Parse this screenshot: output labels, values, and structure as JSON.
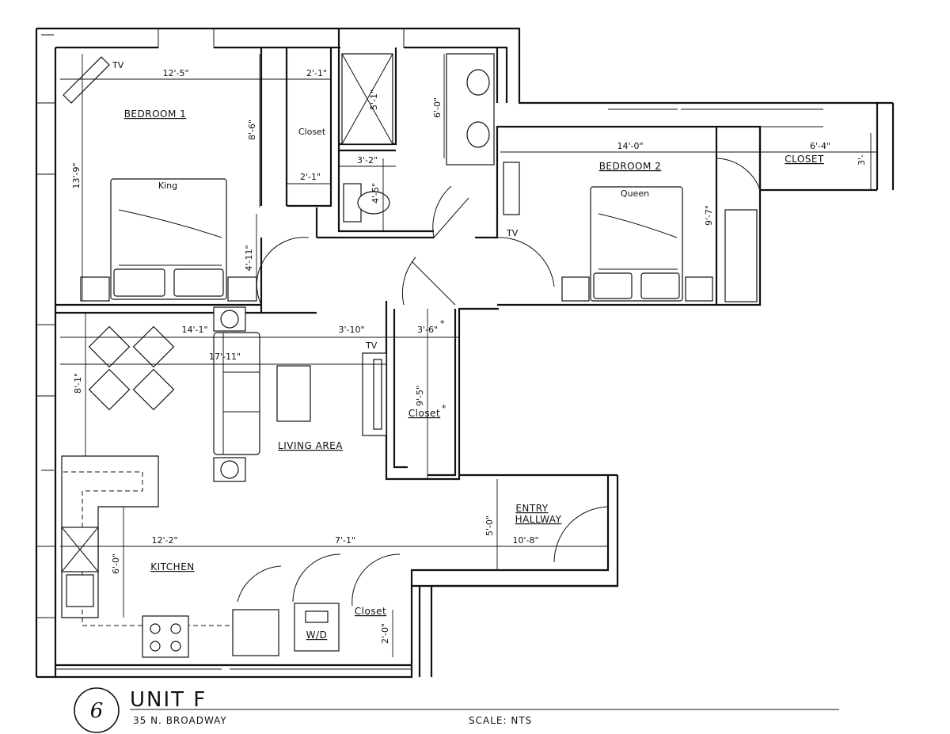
{
  "plan": {
    "number": "6",
    "unit": "UNIT F",
    "address": "35 N. BROADWAY",
    "scale": "SCALE: NTS"
  },
  "rooms": {
    "bedroom1": "BEDROOM 1",
    "bedroom2": "BEDROOM 2",
    "living": "LIVING AREA",
    "kitchen": "KITCHEN",
    "entry_line1": "ENTRY",
    "entry_line2": "HALLWAY"
  },
  "labels": {
    "tv1": "TV",
    "tv2": "TV",
    "tv3": "TV",
    "king": "King",
    "queen": "Queen",
    "closet_b1": "Closet",
    "closet_b2": "CLOSET",
    "closet_living": "Closet",
    "closet_living_star": "*",
    "closet_kitchen": "Closet",
    "wd": "W/D"
  },
  "dims": {
    "d1": "12'-5\"",
    "d2": "2'-1\"",
    "d3": "5'-1\"",
    "d4": "6'-0\"",
    "d5": "8'-6\"",
    "d6": "13'-9\"",
    "d7": "3'-2\"",
    "d8": "2'-1\"",
    "d9": "4'-5\"",
    "d10": "14'-0\"",
    "d11": "6'-4\"",
    "d12": "3'-",
    "d13": "9'-7\"",
    "d14": "4'-11\"",
    "d15": "14'-1\"",
    "d16": "3'-10\"",
    "d17": "3'-6\"",
    "d17_star": "*",
    "d18": "17'-11\"",
    "d19": "8'-1\"",
    "d20": "9'-5\"",
    "d21": "5'-0\"",
    "d22": "10'-8\"",
    "d23": "12'-2\"",
    "d24": "7'-1\"",
    "d25": "6'-0\"",
    "d26": "2'-0\""
  }
}
